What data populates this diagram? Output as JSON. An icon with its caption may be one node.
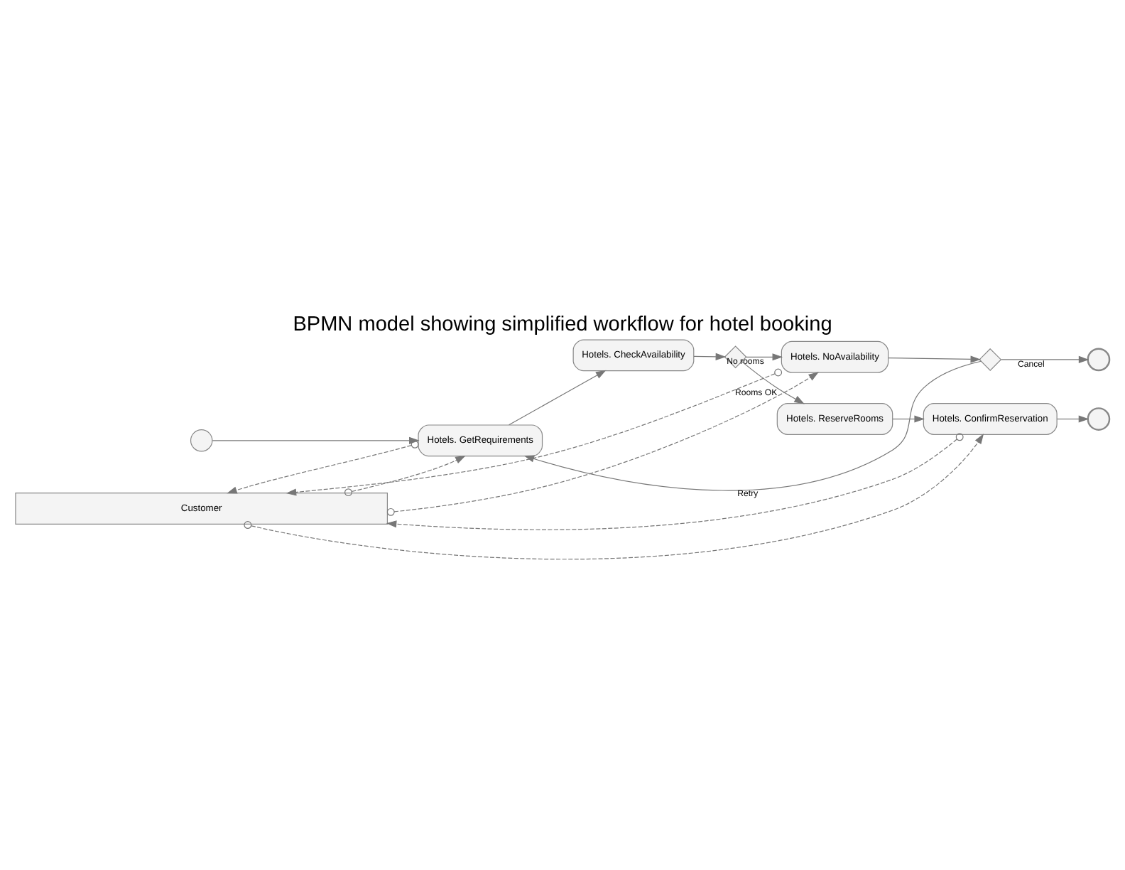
{
  "diagram": {
    "title": "BPMN model showing simplified workflow for hotel booking",
    "nodes": [
      {
        "text": [],
        "shape": "circle"
      },
      {
        "text": [
          "Hotels. GetRequirements"
        ]
      },
      {
        "text": [
          "Hotels. CheckAvailability"
        ]
      },
      {
        "text": [],
        "shape": "diamond"
      },
      {
        "text": [
          "Hotels. NoAvailability"
        ]
      },
      {
        "text": [],
        "shape": "diamond"
      },
      {
        "text": [],
        "shape": "circle"
      },
      {
        "text": [
          "Hotels. ReserveRooms"
        ]
      },
      {
        "text": [
          "Hotels. ConfirmReservation"
        ]
      },
      {
        "text": [],
        "shape": "circle"
      },
      {
        "text": [
          "Customer"
        ]
      }
    ],
    "edges": [
      {
        "from": 0,
        "to": 1,
        "arrow": "to"
      },
      {
        "from": 1,
        "to": 2,
        "arrow": "to"
      },
      {
        "from": 2,
        "to": 3,
        "arrow": "to"
      },
      {
        "from": 3,
        "to": 4,
        "arrow": "to",
        "label": "No rooms"
      },
      {
        "from": 4,
        "to": 5,
        "arrow": "to"
      },
      {
        "from": 5,
        "to": 6,
        "arrow": "to",
        "label": "Cancel"
      },
      {
        "from": 5,
        "to": 1,
        "arrow": "to",
        "label": "Retry"
      },
      {
        "from": 3,
        "to": 7,
        "arrow": "to",
        "label": "Rooms OK"
      },
      {
        "from": 7,
        "to": 8,
        "arrow": "to"
      },
      {
        "from": 8,
        "to": 9,
        "arrow": "to"
      },
      {
        "from": 10,
        "to": 1,
        "arrow": "to",
        "style": "dashed"
      },
      {
        "from": 1,
        "to": 10,
        "arrow": "to",
        "style": "dashed"
      },
      {
        "from": 10,
        "to": 8,
        "arrow": "to",
        "style": "dashed"
      },
      {
        "from": 8,
        "to": 10,
        "arrow": "to",
        "style": "dashed"
      },
      {
        "from": 10,
        "to": 4,
        "arrow": "to",
        "style": "dashed"
      },
      {
        "from": 4,
        "to": 10,
        "arrow": "to",
        "style": "dashed"
      }
    ]
  }
}
